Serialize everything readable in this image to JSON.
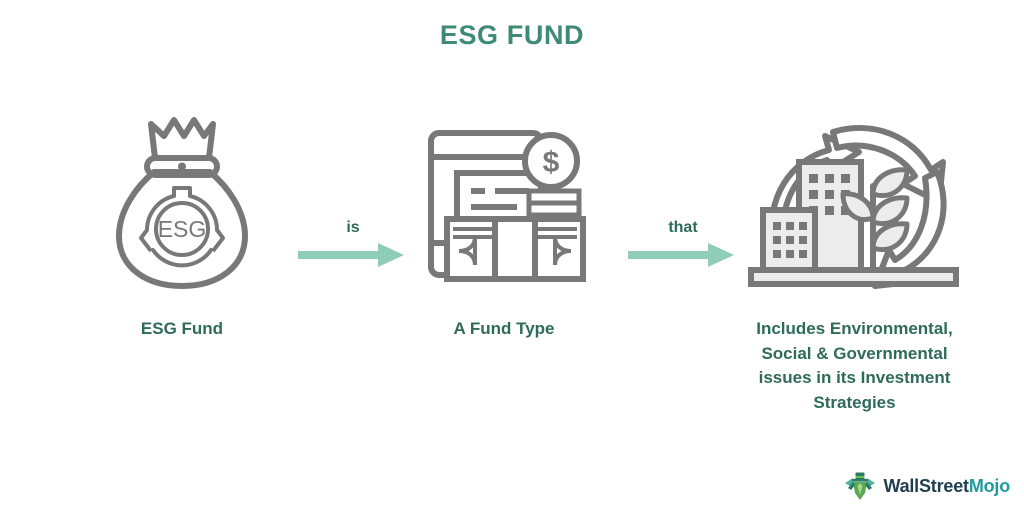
{
  "header": {
    "title": "ESG FUND"
  },
  "colors": {
    "title_teal": "#3d8a76",
    "label_teal": "#2e6b58",
    "arrow_mint": "#8fcdb9",
    "icon_gray": "#787878",
    "icon_fill": "#e9e9e9",
    "background": "#ffffff",
    "logo_dark": "#1f3d4d",
    "logo_teal": "#1f9c9c"
  },
  "flow": {
    "nodes": [
      {
        "id": "esg-fund",
        "icon": "money-bag-esg-icon",
        "icon_inner_text": "ESG",
        "label": "ESG Fund"
      },
      {
        "id": "fund-type",
        "icon": "fund-document-money-icon",
        "label": "A Fund Type"
      },
      {
        "id": "esg-issues",
        "icon": "buildings-plant-recycle-icon",
        "label_lines": [
          "Includes Environmental,",
          "Social & Governmental",
          "issues in its Investment",
          "Strategies"
        ]
      }
    ],
    "arrows": [
      {
        "id": "arrow-is",
        "label": "is",
        "icon": "arrow-right-icon"
      },
      {
        "id": "arrow-that",
        "label": "that",
        "icon": "arrow-right-icon"
      }
    ]
  },
  "logo": {
    "icon": "wallstreetmojo-mascot-icon",
    "text_primary": "WallStreet",
    "text_accent": "Mojo"
  }
}
